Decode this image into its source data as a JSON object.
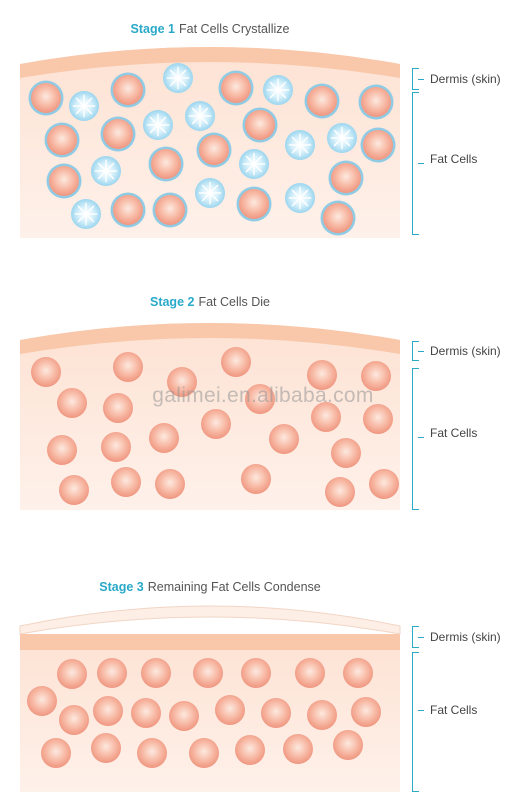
{
  "stages": [
    {
      "stage": "Stage 1",
      "caption": "Fat Cells Crystallize",
      "dermis_label": "Dermis (skin)",
      "fat_label": "Fat Cells"
    },
    {
      "stage": "Stage 2",
      "caption": "Fat Cells Die",
      "dermis_label": "Dermis (skin)",
      "fat_label": "Fat Cells"
    },
    {
      "stage": "Stage 3",
      "caption": "Remaining Fat Cells Condense",
      "dermis_label": "Dermis (skin)",
      "fat_label": "Fat Cells"
    }
  ],
  "watermark": "galimei.en.alibaba.com",
  "colors": {
    "accent": "#2aa9c9",
    "dermis": "#fbd0b4",
    "tissue": "#fde8dc",
    "fat_cell": "#f4a48f",
    "crystal": "#9ad6ef"
  }
}
